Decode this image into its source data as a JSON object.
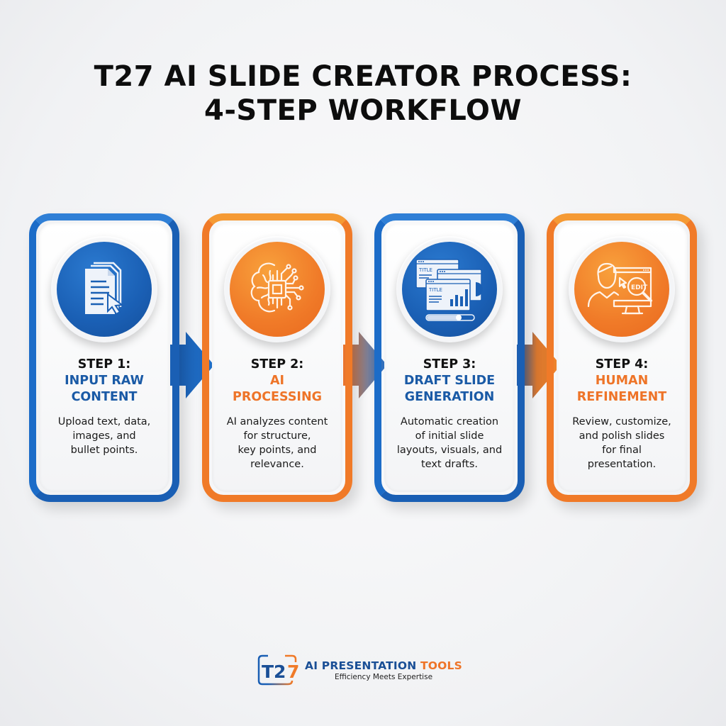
{
  "title": {
    "line1": "T27 AI SLIDE CREATOR PROCESS:",
    "line2": "4-STEP WORKFLOW"
  },
  "colors": {
    "blue": "#1a5fb4",
    "orange": "#f07a28",
    "background": "#f3f4f6",
    "text": "#111111"
  },
  "steps": [
    {
      "number": "STEP 1:",
      "name_line1": "INPUT RAW",
      "name_line2": "CONTENT",
      "desc_line1": "Upload text, data,",
      "desc_line2": "images, and",
      "desc_line3": "bullet points.",
      "desc_line4": "",
      "color": "blue",
      "icon": "document-upload-cursor-icon"
    },
    {
      "number": "STEP 2:",
      "name_line1": "AI",
      "name_line2": "PROCESSING",
      "desc_line1": "AI analyzes content",
      "desc_line2": "for structure,",
      "desc_line3": "key points, and",
      "desc_line4": "relevance.",
      "color": "orange",
      "icon": "brain-chip-icon"
    },
    {
      "number": "STEP 3:",
      "name_line1": "DRAFT SLIDE",
      "name_line2": "GENERATION",
      "desc_line1": "Automatic creation",
      "desc_line2": "of initial slide",
      "desc_line3": "layouts, visuals, and",
      "desc_line4": "text drafts.",
      "color": "blue",
      "icon": "slide-windows-icon",
      "icon_labels": {
        "slide_title_1": "TITLE",
        "slide_title_2": "TITLE"
      }
    },
    {
      "number": "STEP 4:",
      "name_line1": "HUMAN",
      "name_line2": "REFINEMENT",
      "desc_line1": "Review, customize,",
      "desc_line2": "and polish slides",
      "desc_line3": "for final",
      "desc_line4": "presentation.",
      "color": "orange",
      "icon": "person-edit-monitor-icon",
      "icon_labels": {
        "edit": "EDIT"
      }
    }
  ],
  "footer": {
    "logo": "T27",
    "logo_t": "T2",
    "logo_7": "7",
    "brand_main": "AI PRESENTATION",
    "brand_accent": "TOOLS",
    "tagline": "Efficiency Meets Expertise"
  }
}
